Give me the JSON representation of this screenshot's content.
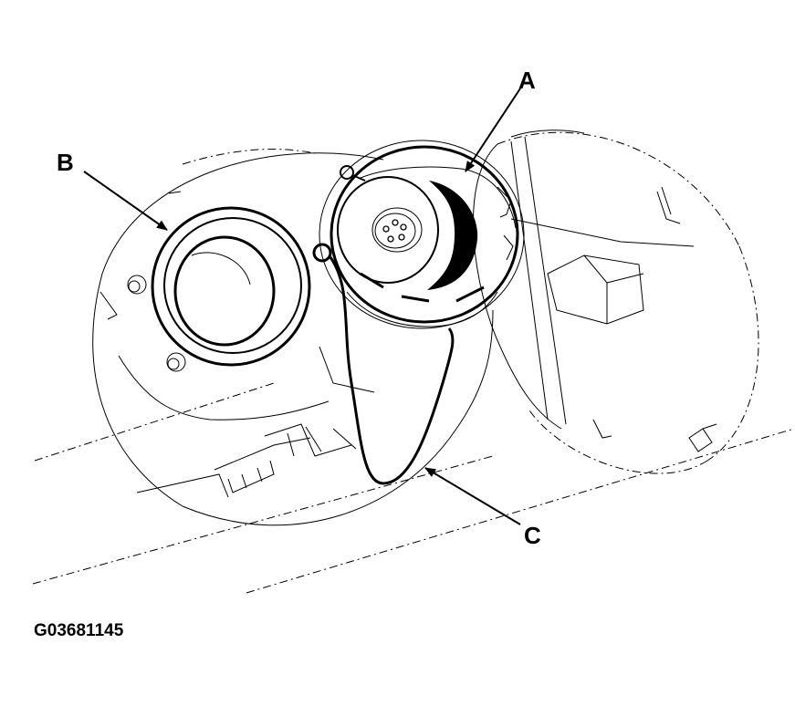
{
  "callouts": {
    "a": {
      "label": "A"
    },
    "b": {
      "label": "B"
    },
    "c": {
      "label": "C"
    }
  },
  "figure_id": "G03681145",
  "colors": {
    "line": "#000000",
    "background": "#ffffff"
  }
}
